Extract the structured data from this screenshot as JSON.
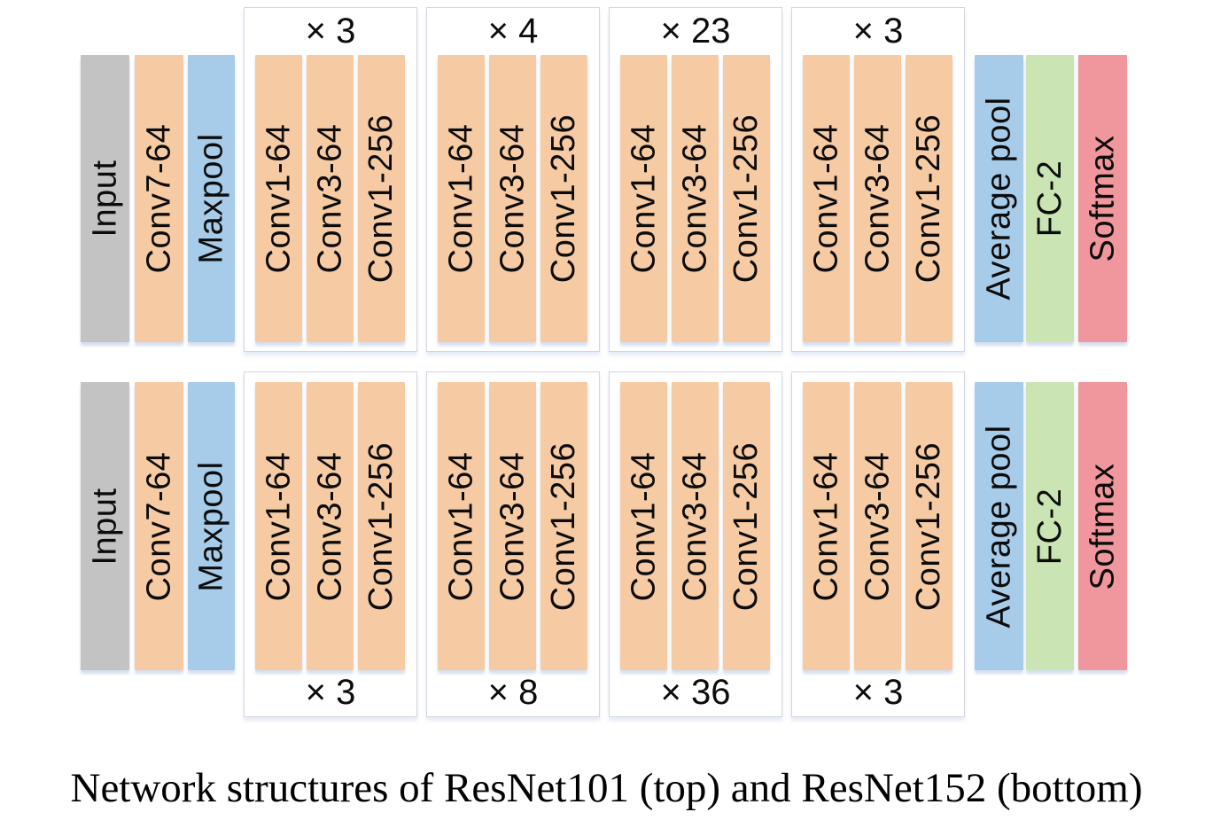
{
  "caption": "Network structures of ResNet101 (top) and ResNet152 (bottom)",
  "colors": {
    "input": "#c3c3c3",
    "conv": "#f6cba3",
    "pool": "#a7cce9",
    "fc": "#cae4b4",
    "softmax": "#f0969d"
  },
  "networks": [
    {
      "name": "ResNet101",
      "position": "top",
      "head": [
        {
          "label": "Input"
        },
        {
          "label": "Conv7-64"
        },
        {
          "label": "Maxpool"
        }
      ],
      "groups": [
        {
          "multiplier": "× 3",
          "blocks": [
            "Conv1-64",
            "Conv3-64",
            "Conv1-256"
          ]
        },
        {
          "multiplier": "× 4",
          "blocks": [
            "Conv1-64",
            "Conv3-64",
            "Conv1-256"
          ]
        },
        {
          "multiplier": "× 23",
          "blocks": [
            "Conv1-64",
            "Conv3-64",
            "Conv1-256"
          ]
        },
        {
          "multiplier": "× 3",
          "blocks": [
            "Conv1-64",
            "Conv3-64",
            "Conv1-256"
          ]
        }
      ],
      "tail": [
        {
          "label": "Average pool"
        },
        {
          "label": "FC-2"
        },
        {
          "label": "Softmax"
        }
      ]
    },
    {
      "name": "ResNet152",
      "position": "bottom",
      "head": [
        {
          "label": "Input"
        },
        {
          "label": "Conv7-64"
        },
        {
          "label": "Maxpool"
        }
      ],
      "groups": [
        {
          "multiplier": "× 3",
          "blocks": [
            "Conv1-64",
            "Conv3-64",
            "Conv1-256"
          ]
        },
        {
          "multiplier": "× 8",
          "blocks": [
            "Conv1-64",
            "Conv3-64",
            "Conv1-256"
          ]
        },
        {
          "multiplier": "× 36",
          "blocks": [
            "Conv1-64",
            "Conv3-64",
            "Conv1-256"
          ]
        },
        {
          "multiplier": "× 3",
          "blocks": [
            "Conv1-64",
            "Conv3-64",
            "Conv1-256"
          ]
        }
      ],
      "tail": [
        {
          "label": "Average pool"
        },
        {
          "label": "FC-2"
        },
        {
          "label": "Softmax"
        }
      ]
    }
  ]
}
